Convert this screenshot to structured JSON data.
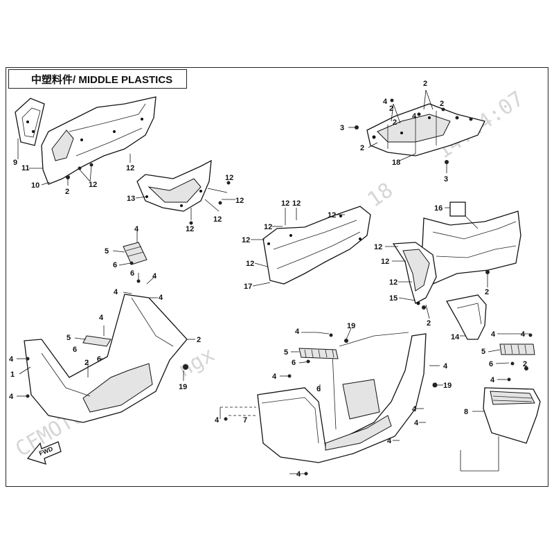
{
  "title": "中塑料件/ MIDDLE PLASTICS",
  "watermark_brand": "CFMOTO",
  "watermark_time": "14:44:07",
  "watermark_year": "18",
  "watermark_user": "ngx",
  "fwd_label": "FWD",
  "callouts": {
    "n1": "1",
    "n2": "2",
    "n3": "3",
    "n4": "4",
    "n5": "5",
    "n6": "6",
    "n7": "7",
    "n8": "8",
    "n9": "9",
    "n10": "10",
    "n11": "11",
    "n12": "12",
    "n13": "13",
    "n14": "14",
    "n15": "15",
    "n16": "16",
    "n17": "17",
    "n18": "18",
    "n19": "19"
  }
}
